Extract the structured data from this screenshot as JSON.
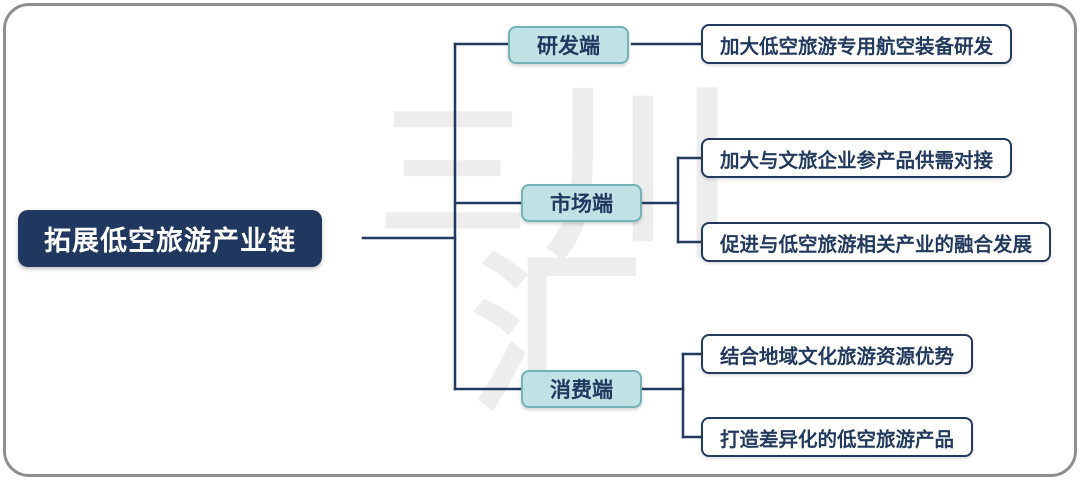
{
  "root": {
    "label": "拓展低空旅游产业链"
  },
  "branches": [
    {
      "label": "研发端",
      "children": [
        {
          "label": "加大低空旅游专用航空装备研发"
        }
      ]
    },
    {
      "label": "市场端",
      "children": [
        {
          "label": "加大与文旅企业参产品供需对接"
        },
        {
          "label": "促进与低空旅游相关产业的融合发展"
        }
      ]
    },
    {
      "label": "消费端",
      "children": [
        {
          "label": "结合地域文化旅游资源优势"
        },
        {
          "label": "打造差异化的低空旅游产品"
        }
      ]
    }
  ],
  "watermark": {
    "char0": "三",
    "char1": "川",
    "char2": "汇"
  },
  "colors": {
    "root_bg": "#20375f",
    "branch_bg": "#c0e2e4",
    "branch_border": "#74b2b8",
    "leaf_border": "#223a5e",
    "line": "#223a5e",
    "frame_border": "#8f8f8f"
  }
}
